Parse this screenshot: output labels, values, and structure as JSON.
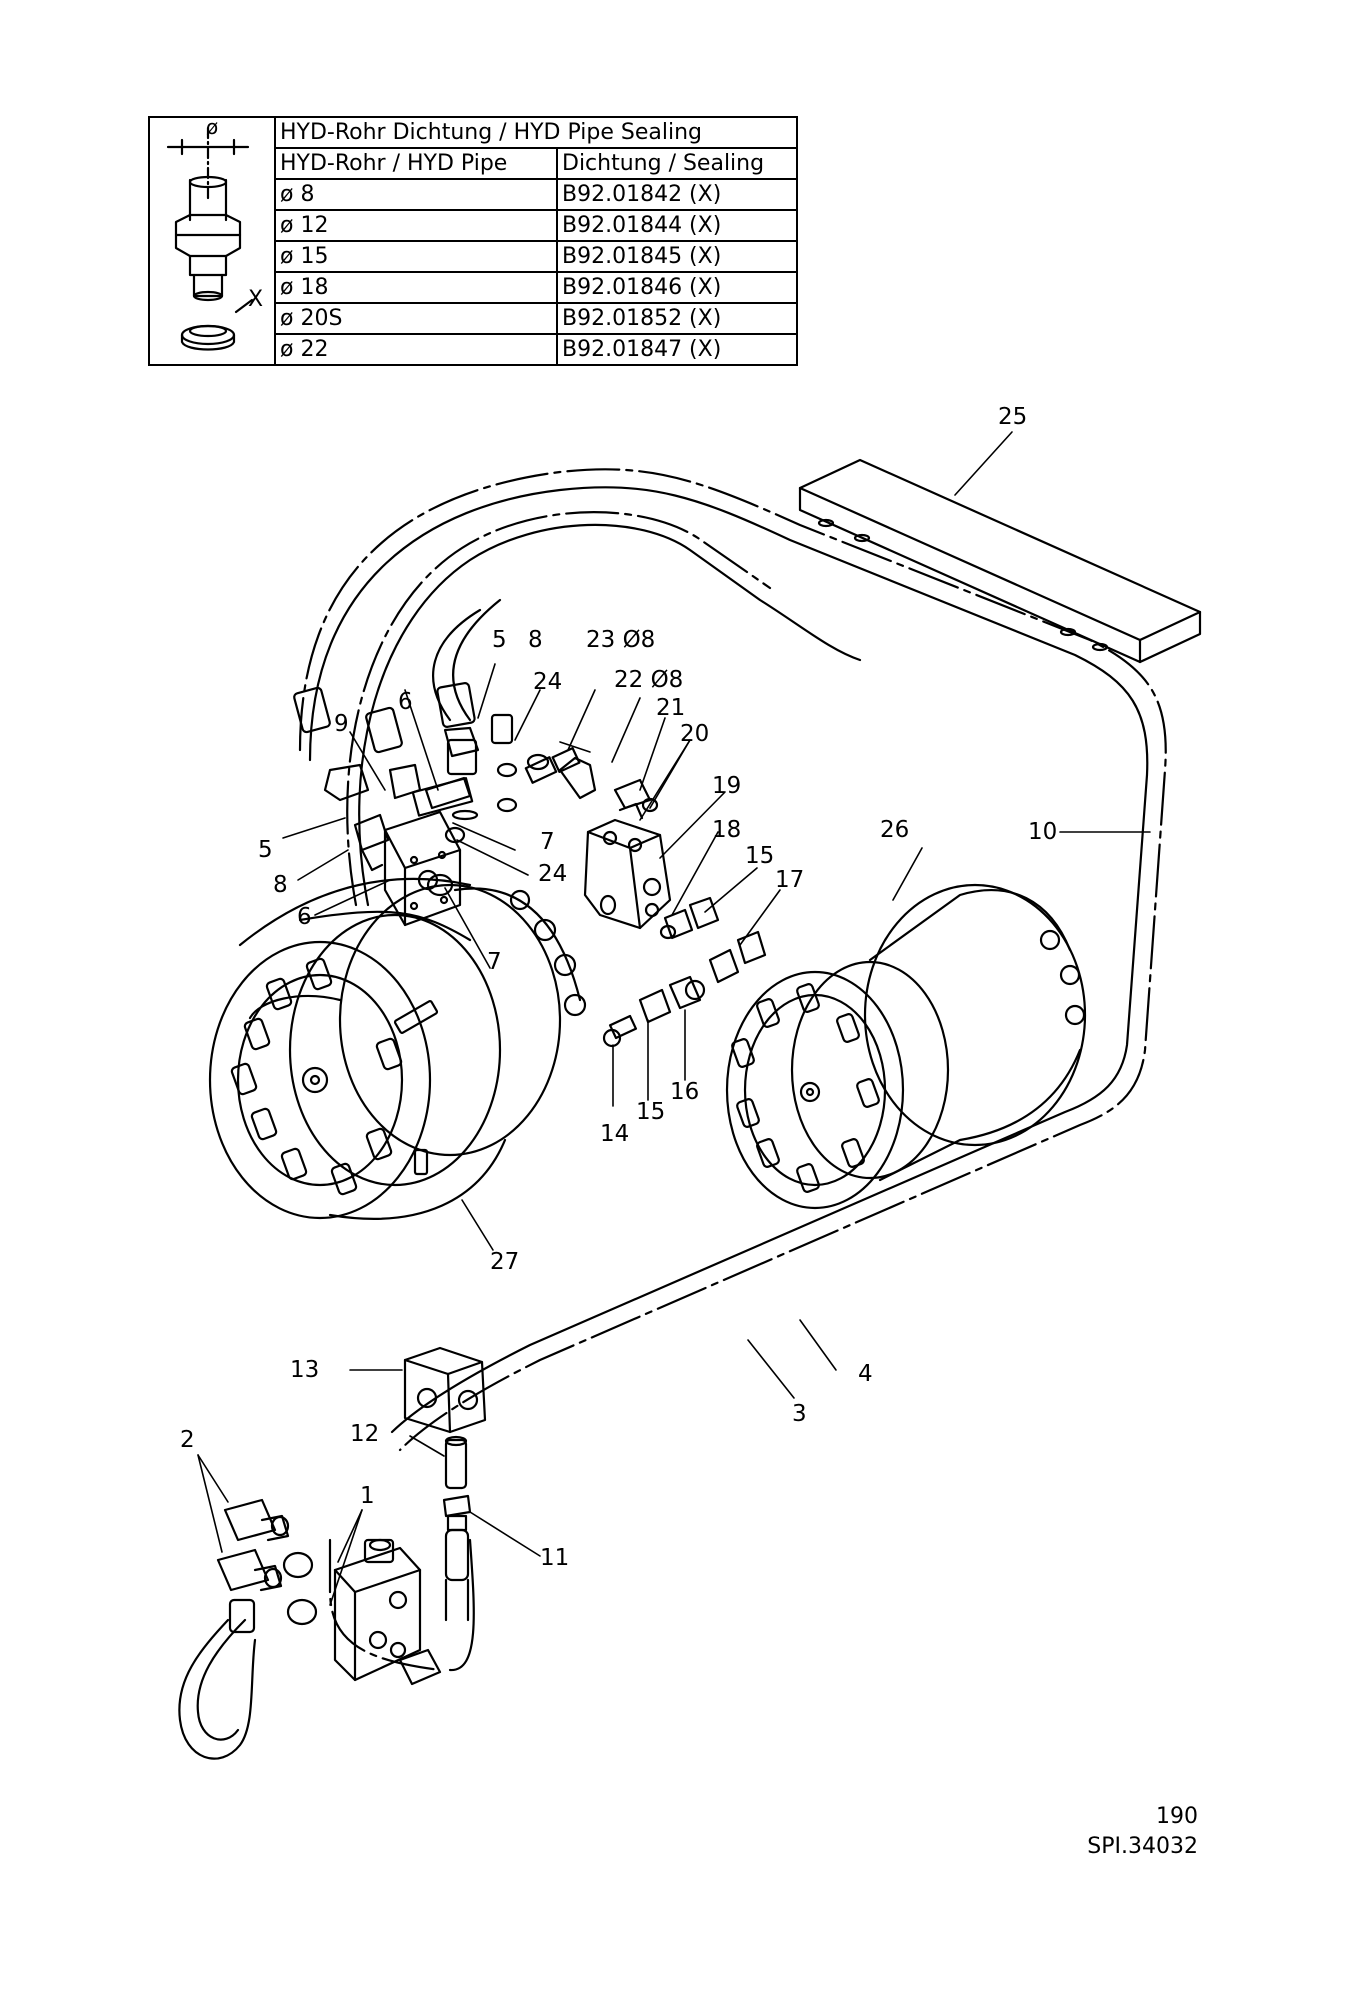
{
  "sealing_table": {
    "title": "HYD-Rohr Dichtung / HYD Pipe Sealing",
    "col_pipe": "HYD-Rohr / HYD Pipe",
    "col_sealing": "Dichtung / Sealing",
    "diameter_symbol": "ø",
    "x_label": "X",
    "rows": [
      {
        "pipe": "ø  8",
        "sealing": "B92.01842    (X)"
      },
      {
        "pipe": "ø  12",
        "sealing": "B92.01844    (X)"
      },
      {
        "pipe": "ø  15",
        "sealing": "B92.01845    (X)"
      },
      {
        "pipe": "ø  18",
        "sealing": "B92.01846    (X)"
      },
      {
        "pipe": "ø  20S",
        "sealing": "B92.01852    (X)"
      },
      {
        "pipe": "ø  22",
        "sealing": "B92.01847    (X)"
      }
    ]
  },
  "callouts": {
    "c1": "1",
    "c2": "2",
    "c3": "3",
    "c4": "4",
    "c5a": "5",
    "c5b": "5",
    "c6a": "6",
    "c6b": "6",
    "c7a": "7",
    "c7b": "7",
    "c8a": "8",
    "c8b": "8",
    "c9": "9",
    "c10": "10",
    "c11": "11",
    "c12": "12",
    "c13": "13",
    "c14": "14",
    "c15a": "15",
    "c15b": "15",
    "c16": "16",
    "c17": "17",
    "c18": "18",
    "c19": "19",
    "c20": "20",
    "c21": "21",
    "c22": "22  Ø8",
    "c23": "23  Ø8",
    "c24a": "24",
    "c24b": "24",
    "c25": "25",
    "c26": "26",
    "c27": "27"
  },
  "footer": {
    "page_number": "190",
    "drawing_code": "SPI.34032"
  }
}
